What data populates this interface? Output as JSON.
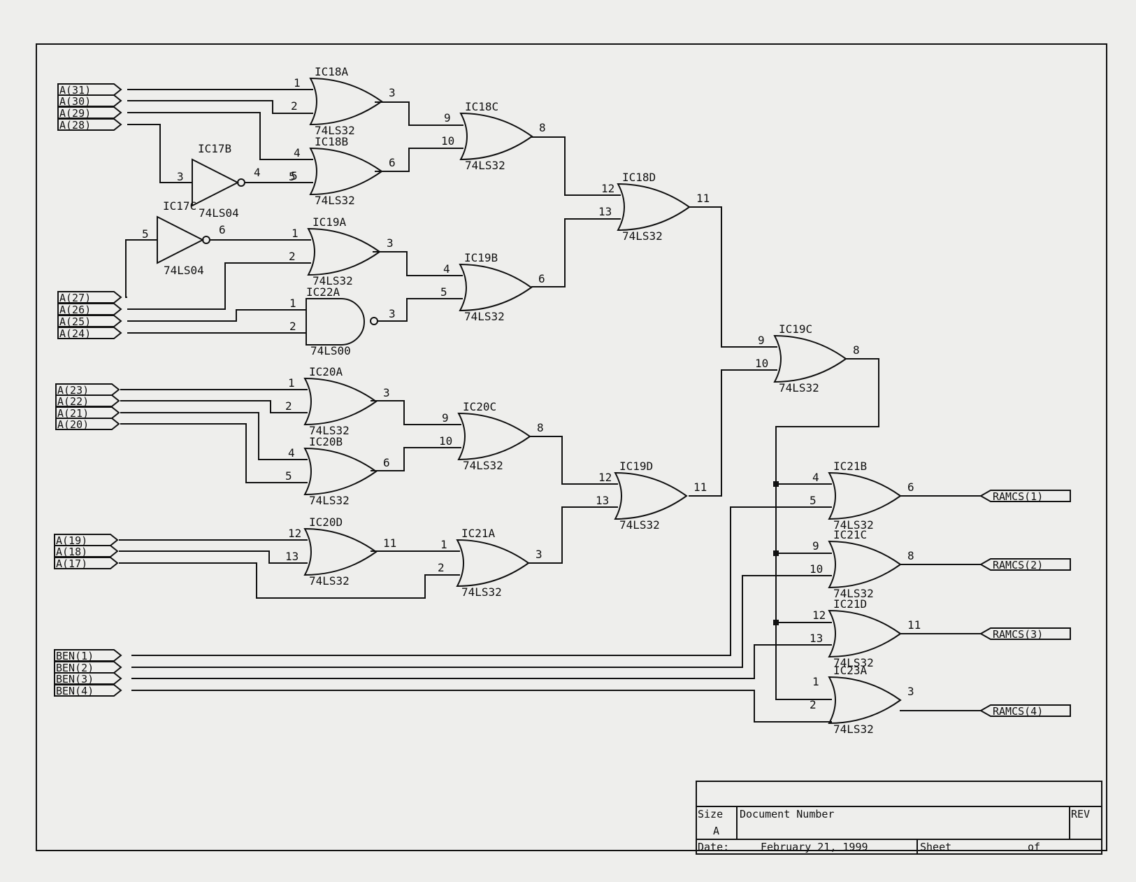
{
  "ports_in": [
    {
      "id": "a31",
      "label": "A(31)"
    },
    {
      "id": "a30",
      "label": "A(30)"
    },
    {
      "id": "a29",
      "label": "A(29)"
    },
    {
      "id": "a28",
      "label": "A(28)"
    },
    {
      "id": "a27",
      "label": "A(27)"
    },
    {
      "id": "a26",
      "label": "A(26)"
    },
    {
      "id": "a25",
      "label": "A(25)"
    },
    {
      "id": "a24",
      "label": "A(24)"
    },
    {
      "id": "a23",
      "label": "A(23)"
    },
    {
      "id": "a22",
      "label": "A(22)"
    },
    {
      "id": "a21",
      "label": "A(21)"
    },
    {
      "id": "a20",
      "label": "A(20)"
    },
    {
      "id": "a19",
      "label": "A(19)"
    },
    {
      "id": "a18",
      "label": "A(18)"
    },
    {
      "id": "a17",
      "label": "A(17)"
    },
    {
      "id": "ben1",
      "label": "BEN(1)"
    },
    {
      "id": "ben2",
      "label": "BEN(2)"
    },
    {
      "id": "ben3",
      "label": "BEN(3)"
    },
    {
      "id": "ben4",
      "label": "BEN(4)"
    }
  ],
  "ports_out": [
    {
      "id": "ramcs1",
      "label": "RAMCS(1)"
    },
    {
      "id": "ramcs2",
      "label": "RAMCS(2)"
    },
    {
      "id": "ramcs3",
      "label": "RAMCS(3)"
    },
    {
      "id": "ramcs4",
      "label": "RAMCS(4)"
    }
  ],
  "gates": [
    {
      "id": "ic18a",
      "type": "or",
      "ref": "IC18A",
      "part": "74LS32",
      "pins": [
        "1",
        "2",
        "3"
      ]
    },
    {
      "id": "ic18b",
      "type": "or",
      "ref": "IC18B",
      "part": "74LS32",
      "pins": [
        "4",
        "5",
        "6"
      ]
    },
    {
      "id": "ic18c",
      "type": "or",
      "ref": "IC18C",
      "part": "74LS32",
      "pins": [
        "9",
        "10",
        "8"
      ]
    },
    {
      "id": "ic18d",
      "type": "or",
      "ref": "IC18D",
      "part": "74LS32",
      "pins": [
        "12",
        "13",
        "11"
      ]
    },
    {
      "id": "ic19a",
      "type": "or",
      "ref": "IC19A",
      "part": "74LS32",
      "pins": [
        "1",
        "2",
        "3"
      ]
    },
    {
      "id": "ic19b",
      "type": "or",
      "ref": "IC19B",
      "part": "74LS32",
      "pins": [
        "4",
        "5",
        "6"
      ]
    },
    {
      "id": "ic19c",
      "type": "or",
      "ref": "IC19C",
      "part": "74LS32",
      "pins": [
        "9",
        "10",
        "8"
      ]
    },
    {
      "id": "ic19d",
      "type": "or",
      "ref": "IC19D",
      "part": "74LS32",
      "pins": [
        "12",
        "13",
        "11"
      ]
    },
    {
      "id": "ic20a",
      "type": "or",
      "ref": "IC20A",
      "part": "74LS32",
      "pins": [
        "1",
        "2",
        "3"
      ]
    },
    {
      "id": "ic20b",
      "type": "or",
      "ref": "IC20B",
      "part": "74LS32",
      "pins": [
        "4",
        "5",
        "6"
      ]
    },
    {
      "id": "ic20c",
      "type": "or",
      "ref": "IC20C",
      "part": "74LS32",
      "pins": [
        "9",
        "10",
        "8"
      ]
    },
    {
      "id": "ic20d",
      "type": "or",
      "ref": "IC20D",
      "part": "74LS32",
      "pins": [
        "12",
        "13",
        "11"
      ]
    },
    {
      "id": "ic21a",
      "type": "or",
      "ref": "IC21A",
      "part": "74LS32",
      "pins": [
        "1",
        "2",
        "3"
      ]
    },
    {
      "id": "ic21b",
      "type": "or",
      "ref": "IC21B",
      "part": "74LS32",
      "pins": [
        "4",
        "5",
        "6"
      ]
    },
    {
      "id": "ic21c",
      "type": "or",
      "ref": "IC21C",
      "part": "74LS32",
      "pins": [
        "9",
        "10",
        "8"
      ]
    },
    {
      "id": "ic21d",
      "type": "or",
      "ref": "IC21D",
      "part": "74LS32",
      "pins": [
        "12",
        "13",
        "11"
      ]
    },
    {
      "id": "ic23a",
      "type": "or",
      "ref": "IC23A",
      "part": "74LS32",
      "pins": [
        "1",
        "2",
        "3"
      ]
    },
    {
      "id": "ic22a",
      "type": "nand",
      "ref": "IC22A",
      "part": "74LS00",
      "pins": [
        "1",
        "2",
        "3"
      ]
    },
    {
      "id": "ic17b",
      "type": "not",
      "ref": "IC17B",
      "part": "74LS04",
      "pins": [
        "3",
        "4"
      ]
    },
    {
      "id": "ic17c",
      "type": "not",
      "ref": "IC17C",
      "part": "74LS04",
      "pins": [
        "5",
        "6"
      ]
    }
  ],
  "extra_pin_labels": {
    "ic18b_in2": "5"
  },
  "title_block": {
    "size_label": "Size",
    "size_value": "A",
    "doc_label": "Document Number",
    "rev_label": "REV",
    "date_label": "Date:",
    "date_value": "February 21, 1999",
    "sheet_label": "Sheet",
    "of_label": "of"
  }
}
